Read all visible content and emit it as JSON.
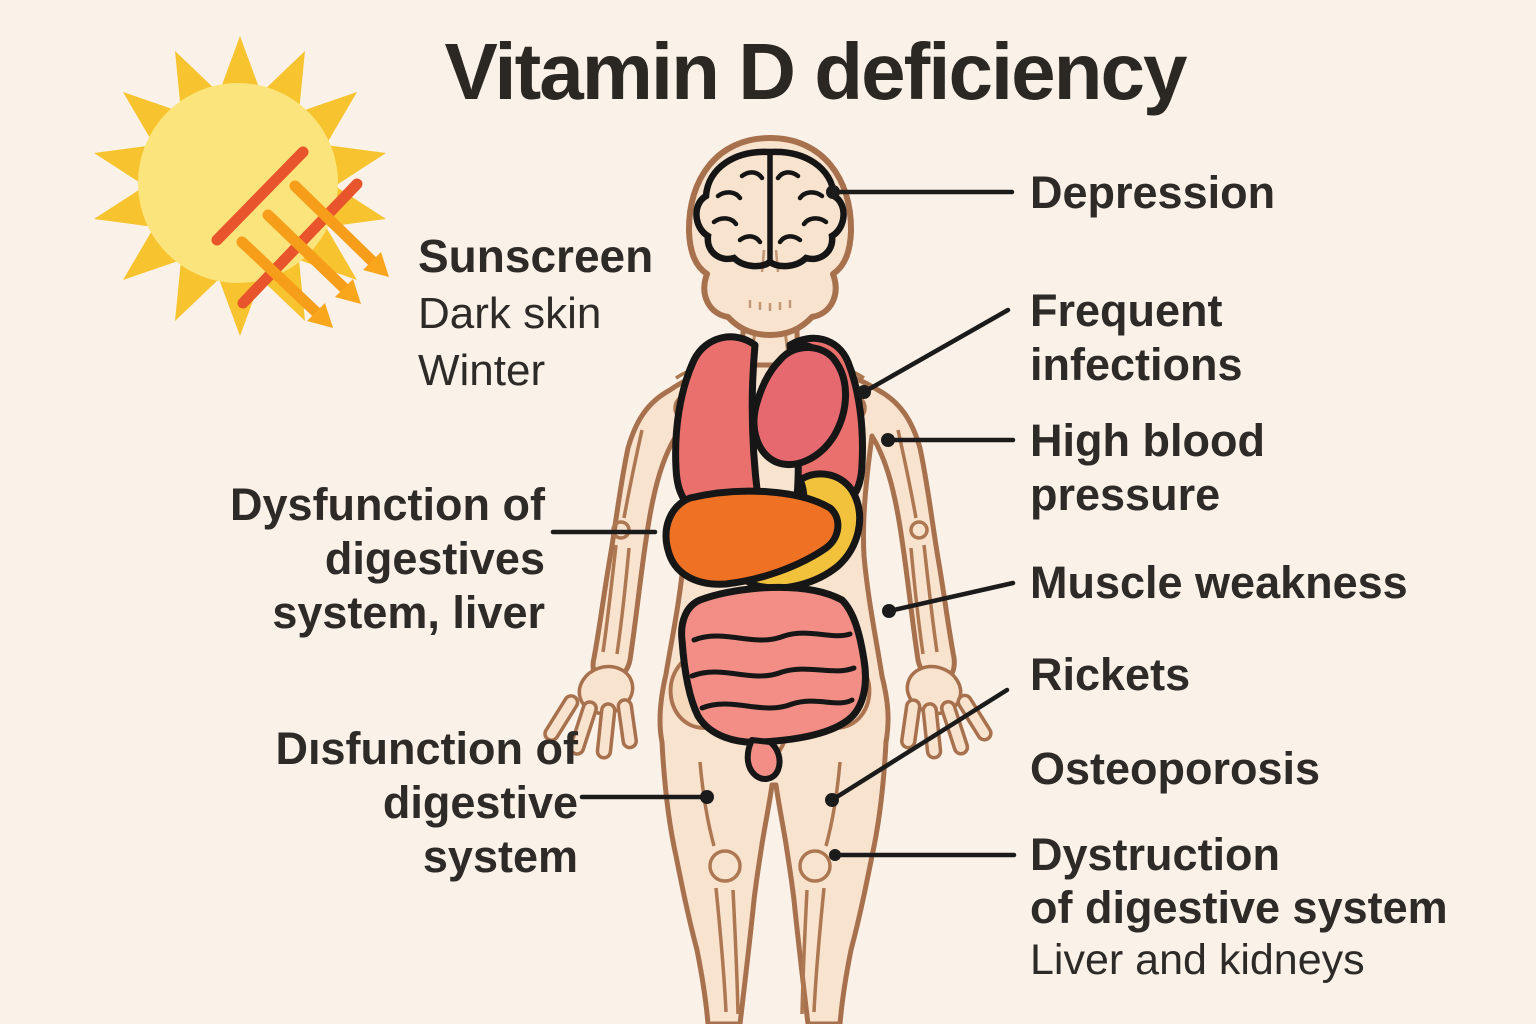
{
  "title": "Vitamin D deficiency",
  "risk_factors": {
    "primary": "Sunscreen",
    "items": [
      "Dark skin",
      "Winter"
    ]
  },
  "left_labels": {
    "digestive_liver": {
      "lines": [
        "Dysfunction of",
        "digestives",
        "system, liver"
      ]
    },
    "digestive_lower": {
      "lines": [
        "Dısfunction of",
        "digestive",
        "system"
      ]
    }
  },
  "right_labels": {
    "depression": "Depression",
    "frequent_infections": {
      "lines": [
        "Frequent",
        "infections"
      ]
    },
    "high_blood_pressure": {
      "lines": [
        "High blood",
        "pressure"
      ]
    },
    "muscle_weakness": "Muscle weakness",
    "rickets": "Rickets",
    "osteoporosis": "Osteoporosis",
    "digestive_destruction": {
      "lines": [
        "Dystruction",
        "of digestive system"
      ],
      "subline": "Liver and kidneys"
    }
  },
  "icons": {
    "sun": "sun-with-uv-arrows-icon",
    "body": "human-anatomy-figure"
  },
  "colors": {
    "background": "#faf2e8",
    "text": "#2d2a27",
    "leader_line": "#1b1b1b",
    "sun_gold": "#f7c32e",
    "sun_core": "#fbe47b",
    "uv_ray_red": "#e8542c",
    "uv_arrow_orange": "#f69d1a",
    "skin": "#f8e3cf",
    "body_outline": "#a8714e",
    "lungs": "#e9706c",
    "heart": "#e5696f",
    "liver": "#ee7124",
    "stomach": "#f2c23c",
    "intestines": "#f28e85"
  }
}
